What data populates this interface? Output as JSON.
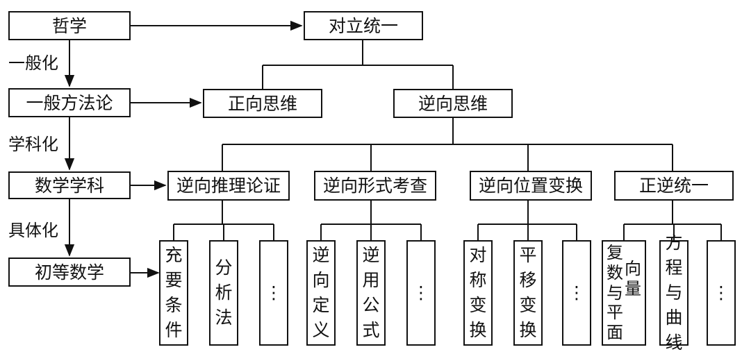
{
  "nodes": {
    "philosophy": "哲学",
    "unity_of_opposites": "对立统一",
    "general_methodology": "一般方法论",
    "forward_thinking": "正向思维",
    "reverse_thinking": "逆向思维",
    "math_discipline": "数学学科",
    "reverse_reasoning": "逆向推理论证",
    "reverse_form_check": "逆向形式考查",
    "reverse_position_transform": "逆向位置变换",
    "forward_reverse_unity": "正逆统一",
    "elementary_math": "初等数学"
  },
  "edge_labels": {
    "generalize": "一般化",
    "disciplinize": "学科化",
    "concretize": "具体化"
  },
  "leaves": {
    "necessary_sufficient": "充要条件",
    "analysis_method": "分析法",
    "reverse_definition": "逆向定义",
    "reverse_formula": "逆用公式",
    "symmetric_transform": "对称变换",
    "translation_transform": "平移变换",
    "complex_number_col1": "复数与平面",
    "complex_number_col2": "向量",
    "equation_curve": "方程与曲线",
    "ellipsis": "⋮"
  }
}
